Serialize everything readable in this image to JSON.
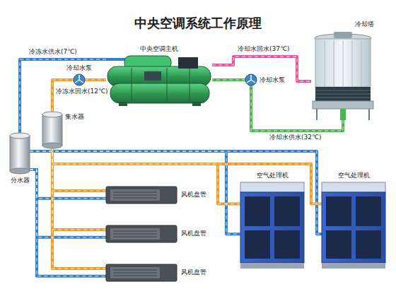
{
  "diagram": {
    "title": "中央空调系统工作原理",
    "nodes": [
      {
        "text": [
          "中央空调主机"
        ]
      },
      {
        "text": [
          "冷却塔"
        ]
      },
      {
        "text": [
          "冷却水泵"
        ]
      },
      {
        "text": [
          "冷却水泵"
        ]
      },
      {
        "text": [
          "集水器"
        ]
      },
      {
        "text": [
          "分水器"
        ]
      },
      {
        "text": [
          "风机盘管"
        ]
      },
      {
        "text": [
          "风机盘管"
        ]
      },
      {
        "text": [
          "风机盘管"
        ]
      },
      {
        "text": [
          "空气处理机"
        ]
      },
      {
        "text": [
          "空气处理机"
        ]
      }
    ],
    "edges": [
      {
        "from": 0,
        "to": 5,
        "label": "冷冻水供水(7℃)",
        "arrow": "none"
      },
      {
        "from": 4,
        "to": 2,
        "label": "冷冻水回水(12℃)",
        "arrow": "none"
      },
      {
        "from": 2,
        "to": 0,
        "arrow": "none"
      },
      {
        "from": 0,
        "to": 1,
        "label": "冷却水回水(37℃)",
        "arrow": "none"
      },
      {
        "from": 1,
        "to": 3,
        "label": "冷却水供水(32℃)",
        "arrow": "none"
      },
      {
        "from": 3,
        "to": 0,
        "arrow": "none"
      },
      {
        "from": 5,
        "to": 6,
        "arrow": "none"
      },
      {
        "from": 5,
        "to": 7,
        "arrow": "none"
      },
      {
        "from": 5,
        "to": 8,
        "arrow": "none"
      },
      {
        "from": 5,
        "to": 9,
        "arrow": "none"
      },
      {
        "from": 5,
        "to": 10,
        "arrow": "none"
      },
      {
        "from": 6,
        "to": 4,
        "arrow": "none"
      },
      {
        "from": 7,
        "to": 4,
        "arrow": "none"
      },
      {
        "from": 8,
        "to": 4,
        "arrow": "none"
      },
      {
        "from": 9,
        "to": 4,
        "arrow": "none"
      },
      {
        "from": 10,
        "to": 4,
        "arrow": "none"
      }
    ]
  }
}
